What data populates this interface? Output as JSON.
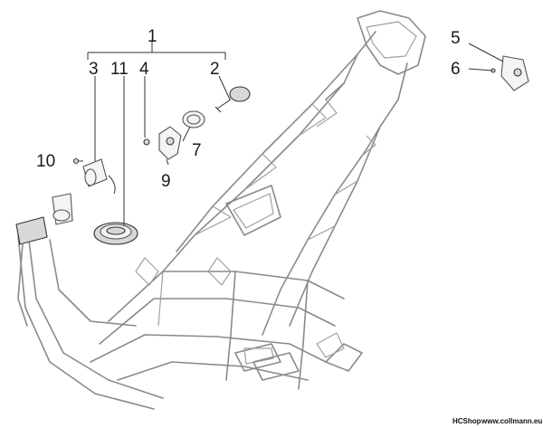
{
  "callouts": [
    {
      "id": "c1",
      "label": "1"
    },
    {
      "id": "c2",
      "label": "2"
    },
    {
      "id": "c3",
      "label": "3"
    },
    {
      "id": "c4",
      "label": "4"
    },
    {
      "id": "c5",
      "label": "5"
    },
    {
      "id": "c6",
      "label": "6"
    },
    {
      "id": "c7",
      "label": "7"
    },
    {
      "id": "c9",
      "label": "9"
    },
    {
      "id": "c10",
      "label": "10"
    },
    {
      "id": "c11",
      "label": "11"
    }
  ],
  "footer": {
    "shop": "HCShop",
    "site": "www.collmann.eu"
  },
  "colors": {
    "frame_stroke": "#8a8a8a",
    "part_stroke": "#555555",
    "background": "#ffffff"
  }
}
